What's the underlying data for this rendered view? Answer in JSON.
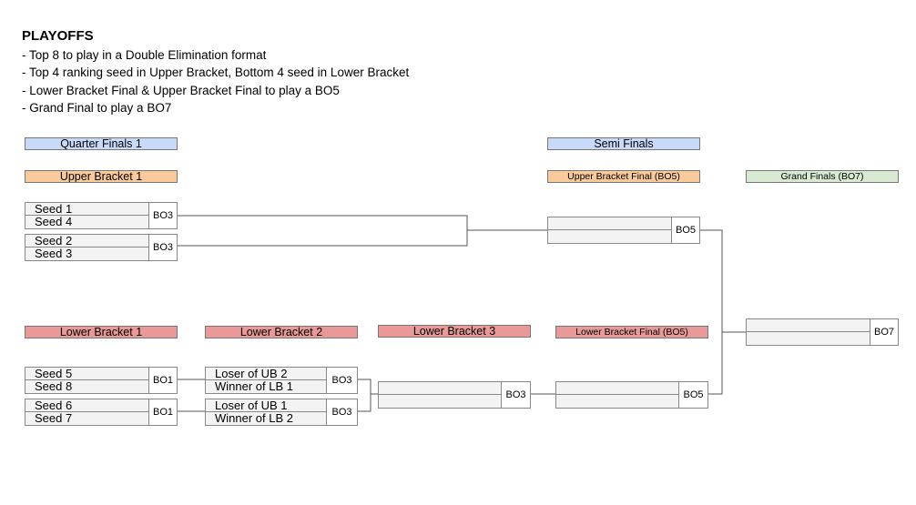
{
  "header": {
    "title": "PLAYOFFS",
    "rules": [
      "- Top 8 to play in a Double Elimination format",
      "- Top 4 ranking seed in Upper Bracket, Bottom 4 seed in Lower Bracket",
      "- Lower Bracket Final & Upper Bracket Final to play a BO5",
      "- Grand Final to play a BO7"
    ]
  },
  "colors": {
    "stage_header": "#c9daf8",
    "upper_bracket": "#f9cb9c",
    "lower_bracket": "#ea9999",
    "grand_final": "#d9ead3"
  },
  "stages": {
    "quarter_finals": "Quarter Finals 1",
    "semi_finals": "Semi Finals"
  },
  "rounds": {
    "upper_1": "Upper Bracket 1",
    "upper_final": "Upper Bracket Final (BO5)",
    "grand_finals": "Grand Finals (BO7)",
    "lower_1": "Lower Bracket 1",
    "lower_2": "Lower Bracket 2",
    "lower_3": "Lower Bracket 3",
    "lower_final": "Lower Bracket Final (BO5)"
  },
  "matches": {
    "ub1_a": {
      "top": "Seed 1",
      "bottom": "Seed 4",
      "format": "BO3"
    },
    "ub1_b": {
      "top": "Seed 2",
      "bottom": "Seed 3",
      "format": "BO3"
    },
    "ubf": {
      "top": "",
      "bottom": "",
      "format": "BO5"
    },
    "gf": {
      "top": "",
      "bottom": "",
      "format": "BO7"
    },
    "lb1_a": {
      "top": "Seed 5",
      "bottom": "Seed 8",
      "format": "BO1"
    },
    "lb1_b": {
      "top": "Seed 6",
      "bottom": "Seed 7",
      "format": "BO1"
    },
    "lb2_a": {
      "top": "Loser of UB 2",
      "bottom": "Winner of LB 1",
      "format": "BO3"
    },
    "lb2_b": {
      "top": "Loser of UB 1",
      "bottom": "Winner of LB 2",
      "format": "BO3"
    },
    "lb3": {
      "top": "",
      "bottom": "",
      "format": "BO3"
    },
    "lbf": {
      "top": "",
      "bottom": "",
      "format": "BO5"
    }
  }
}
